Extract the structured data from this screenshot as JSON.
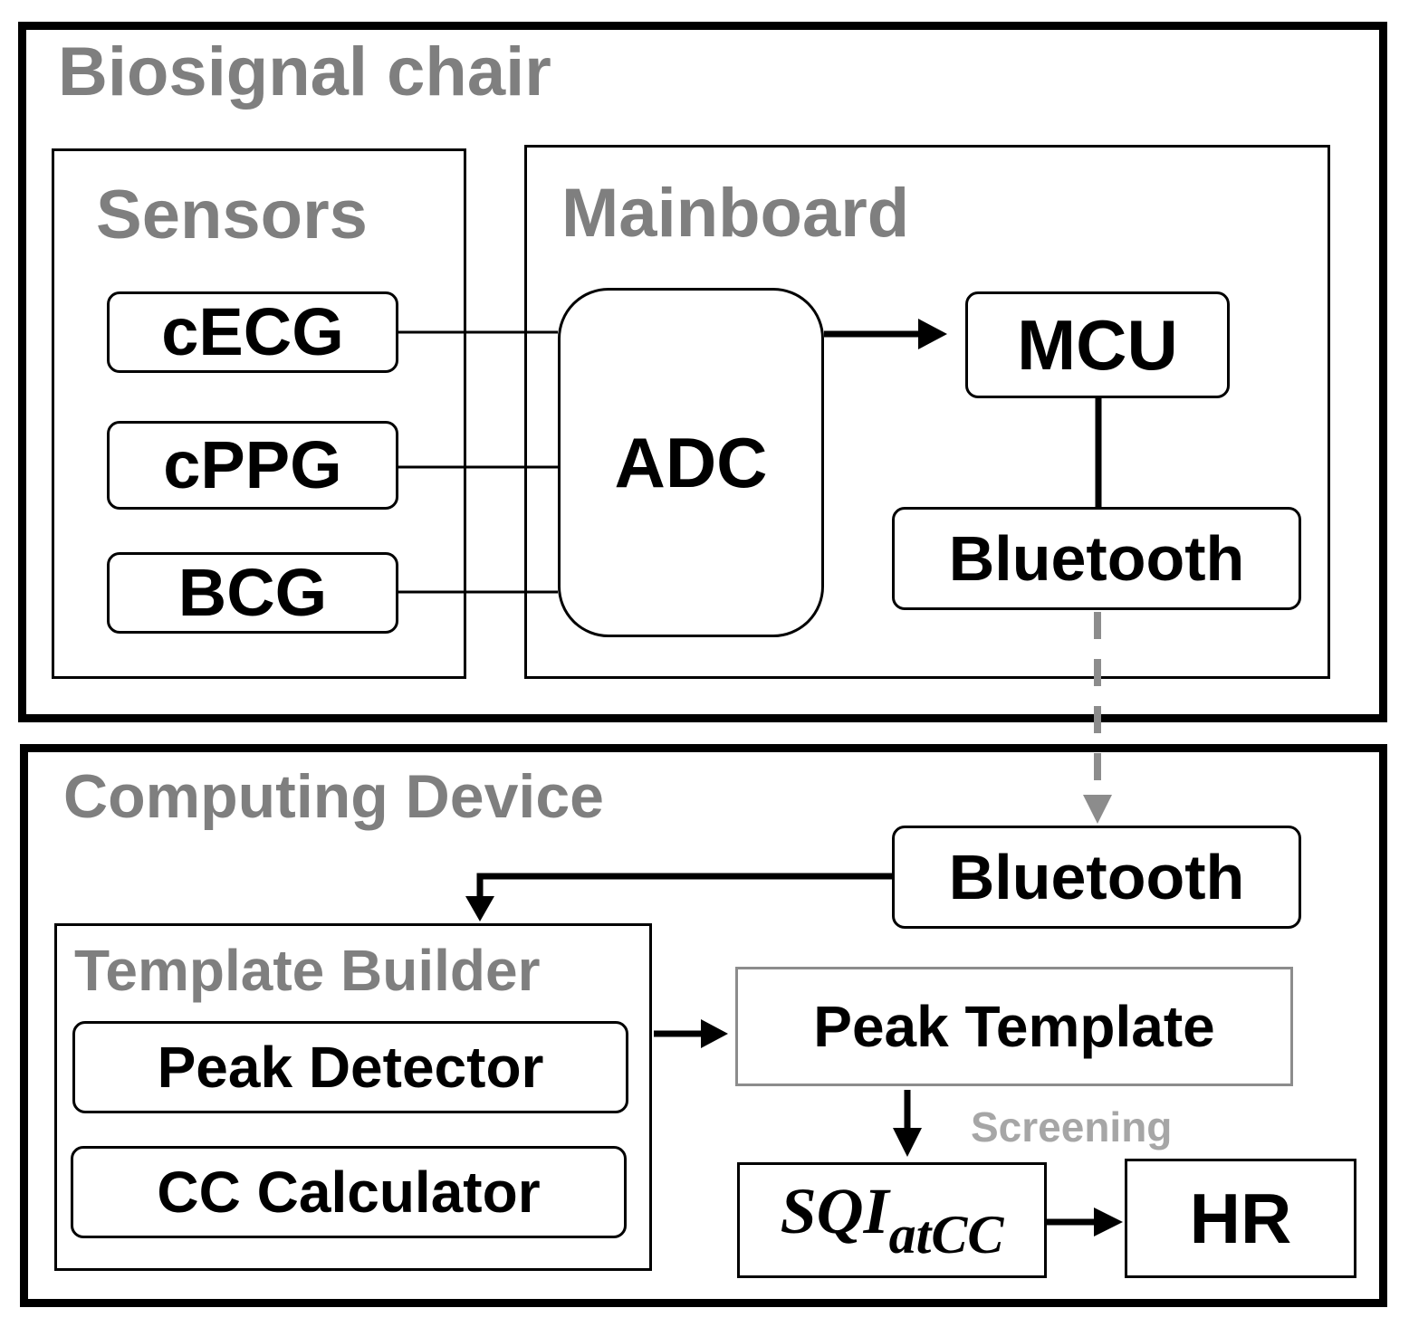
{
  "biosignal_chair": {
    "title": "Biosignal chair",
    "sensors": {
      "title": "Sensors",
      "items": [
        "cECG",
        "cPPG",
        "BCG"
      ]
    },
    "mainboard": {
      "title": "Mainboard",
      "adc": "ADC",
      "mcu": "MCU",
      "bluetooth": "Bluetooth"
    }
  },
  "computing_device": {
    "title": "Computing Device",
    "bluetooth": "Bluetooth",
    "template_builder": {
      "title": "Template Builder",
      "peak_detector": "Peak Detector",
      "cc_calculator": "CC Calculator"
    },
    "peak_template": "Peak Template",
    "screening": "Screening",
    "sqi": {
      "main": "SQI",
      "sub": "atCC"
    },
    "hr": "HR"
  },
  "colors": {
    "title_gray": "#7f7f7f",
    "screening_gray": "#a6a6a6",
    "link_gray": "#8c8c8c",
    "stroke": "#000000"
  }
}
